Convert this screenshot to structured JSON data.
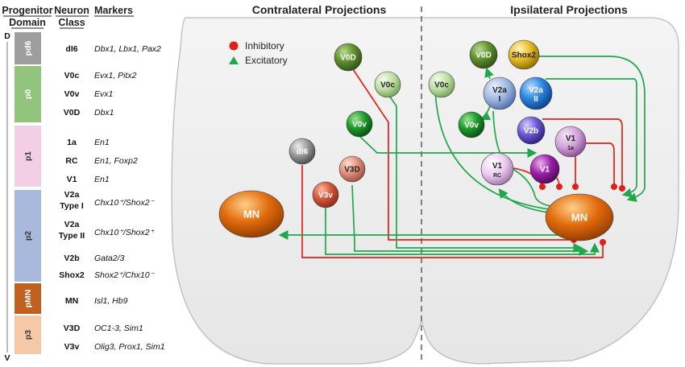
{
  "headers": {
    "domain_line1": "Progenitor",
    "domain_line2": "Domain",
    "class_line1": "Neuron",
    "class_line2": "Class",
    "markers": "Markers"
  },
  "axis": {
    "top": "D",
    "bottom": "V"
  },
  "domains": [
    {
      "label": "pd6",
      "color": "#9e9e9e"
    },
    {
      "label": "p0",
      "color": "#93c47d"
    },
    {
      "label": "p1",
      "color": "#f2cfe3"
    },
    {
      "label": "p2",
      "color": "#a9b9dc"
    },
    {
      "label": "pMN",
      "color": "#c0611f"
    },
    {
      "label": "p3",
      "color": "#f5c8a6"
    }
  ],
  "neuron_rows": [
    {
      "cls": "dI6",
      "cls2": "",
      "markers": "Dbx1, Lbx1, Pax2"
    },
    {
      "cls": "V0c",
      "cls2": "",
      "markers": "Evx1, Pitx2"
    },
    {
      "cls": "V0v",
      "cls2": "",
      "markers": "Evx1"
    },
    {
      "cls": "V0D",
      "cls2": "",
      "markers": "Dbx1"
    },
    {
      "cls": "1a",
      "cls2": "",
      "markers": "En1"
    },
    {
      "cls": "RC",
      "cls2": "",
      "markers": "En1, Foxp2"
    },
    {
      "cls": "V1",
      "cls2": "",
      "markers": "En1"
    },
    {
      "cls": "V2a",
      "cls2": "Type I",
      "markers": "Chx10⁺/Shox2⁻"
    },
    {
      "cls": "V2a",
      "cls2": "Type II",
      "markers": "Chx10⁺/Shox2⁺"
    },
    {
      "cls": "V2b",
      "cls2": "",
      "markers": "Gata2/3"
    },
    {
      "cls": "Shox2",
      "cls2": "",
      "markers": "Shox2⁺/Chx10⁻"
    },
    {
      "cls": "MN",
      "cls2": "",
      "markers": "Isl1, Hb9"
    },
    {
      "cls": "V3D",
      "cls2": "",
      "markers": "OC1-3, Sim1"
    },
    {
      "cls": "V3v",
      "cls2": "",
      "markers": "Olig3, Prox1, Sim1"
    }
  ],
  "panels": {
    "contra_title": "Contralateral Projections",
    "ipsi_title": "Ipsilateral Projections"
  },
  "legend": {
    "inhibitory": "Inhibitory",
    "excitatory": "Excitatory"
  },
  "colors": {
    "inhibitory": "#e0201b",
    "excitatory": "#1fa84a"
  },
  "neurons": {
    "c_v0d": {
      "l1": "V0D",
      "l2": ""
    },
    "c_v0c": {
      "l1": "V0c",
      "l2": ""
    },
    "c_v0v": {
      "l1": "V0v",
      "l2": ""
    },
    "c_di6": {
      "l1": "dI6",
      "l2": ""
    },
    "c_v3d": {
      "l1": "V3D",
      "l2": ""
    },
    "c_v3v": {
      "l1": "V3v",
      "l2": ""
    },
    "c_mn": {
      "l1": "MN",
      "l2": ""
    },
    "i_v0d": {
      "l1": "V0D",
      "l2": ""
    },
    "i_shox2": {
      "l1": "Shox2",
      "l2": ""
    },
    "i_v0c": {
      "l1": "V0c",
      "l2": ""
    },
    "i_v2a1": {
      "l1": "V2a",
      "l2": "I"
    },
    "i_v2a2": {
      "l1": "V2a",
      "l2": "II"
    },
    "i_v0v": {
      "l1": "V0v",
      "l2": ""
    },
    "i_v2b": {
      "l1": "V2b",
      "l2": ""
    },
    "i_v1a": {
      "l1": "V1",
      "l2": "1a"
    },
    "i_v1rc": {
      "l1": "V1",
      "l2": "RC"
    },
    "i_v1": {
      "l1": "V1",
      "l2": ""
    },
    "i_mn": {
      "l1": "MN",
      "l2": ""
    }
  }
}
